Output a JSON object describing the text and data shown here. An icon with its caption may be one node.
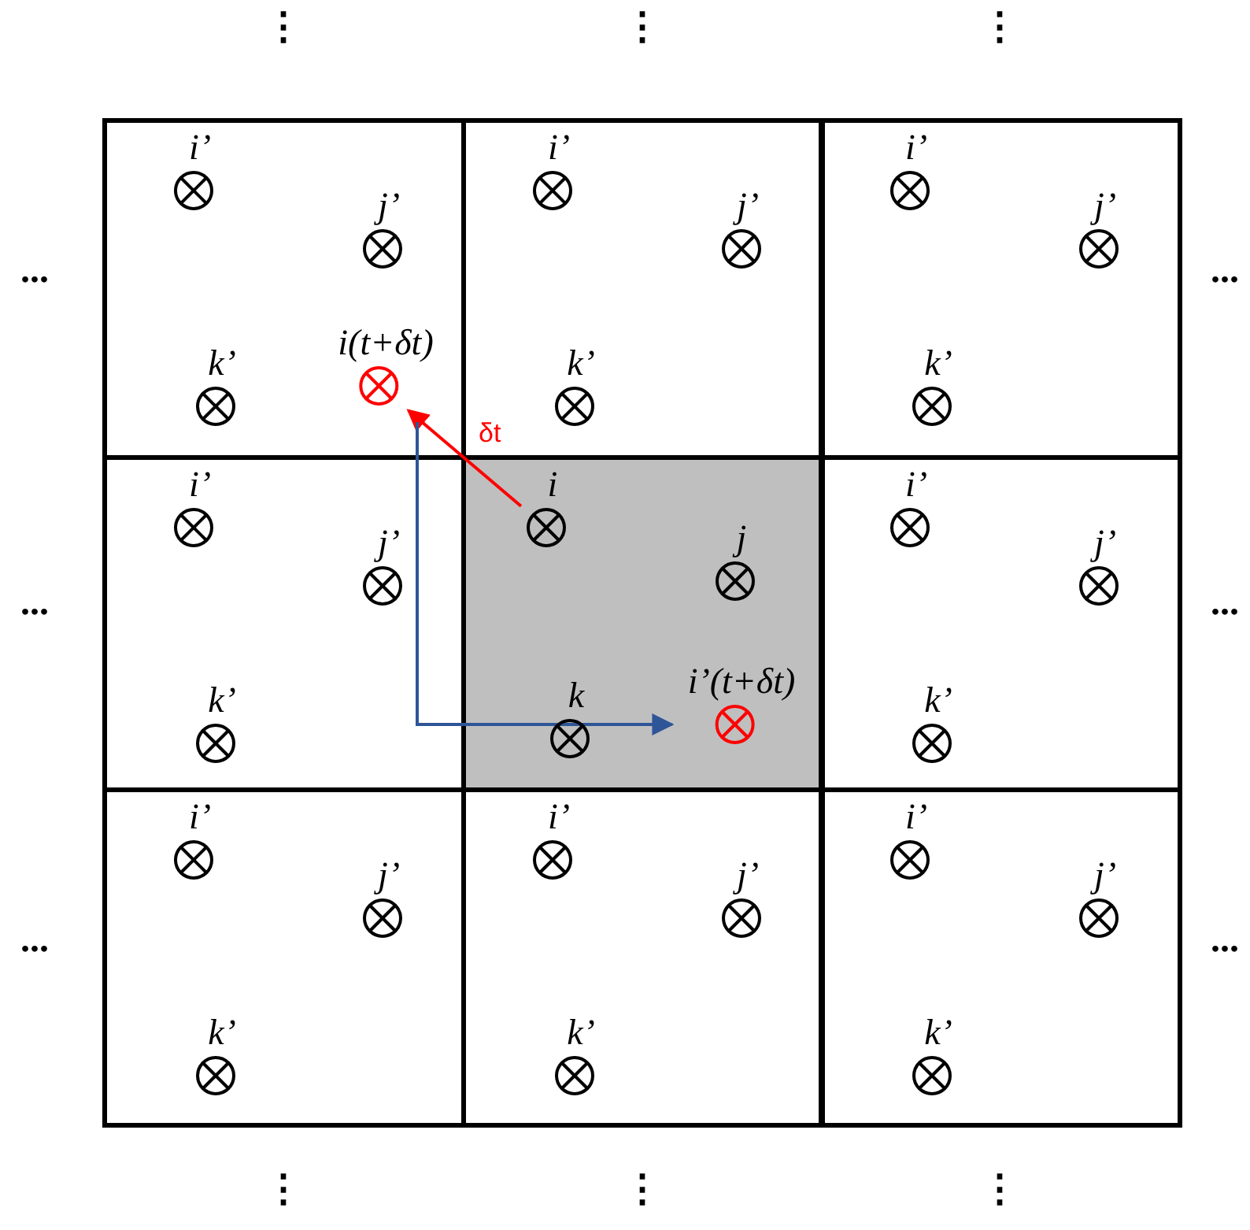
{
  "diagram": {
    "nodes": [
      {
        "text": [],
        "shape": "box"
      },
      {
        "text": [
          "i’"
        ],
        "in": 0
      },
      {
        "text": [
          "j’"
        ],
        "in": 0
      },
      {
        "text": [
          "k’"
        ],
        "in": 0
      },
      {
        "text": [
          "i(t+δt)"
        ],
        "in": 0
      },
      {
        "text": [],
        "shape": "box"
      },
      {
        "text": [
          "i’"
        ],
        "in": 5
      },
      {
        "text": [
          "j’"
        ],
        "in": 5
      },
      {
        "text": [
          "k’"
        ],
        "in": 5
      },
      {
        "text": [],
        "shape": "box"
      },
      {
        "text": [
          "i’"
        ],
        "in": 9
      },
      {
        "text": [
          "j’"
        ],
        "in": 9
      },
      {
        "text": [
          "k’"
        ],
        "in": 9
      },
      {
        "text": [],
        "shape": "box"
      },
      {
        "text": [
          "i’"
        ],
        "in": 13
      },
      {
        "text": [
          "j’"
        ],
        "in": 13
      },
      {
        "text": [
          "k’"
        ],
        "in": 13
      },
      {
        "text": [],
        "shape": "box"
      },
      {
        "text": [
          "i"
        ],
        "in": 17
      },
      {
        "text": [
          "j"
        ],
        "in": 17
      },
      {
        "text": [
          "k"
        ],
        "in": 17
      },
      {
        "text": [
          "i’(t+δt)"
        ],
        "in": 17
      },
      {
        "text": [],
        "shape": "box"
      },
      {
        "text": [
          "i’"
        ],
        "in": 22
      },
      {
        "text": [
          "j’"
        ],
        "in": 22
      },
      {
        "text": [
          "k’"
        ],
        "in": 22
      },
      {
        "text": [],
        "shape": "box"
      },
      {
        "text": [
          "i’"
        ],
        "in": 26
      },
      {
        "text": [
          "j’"
        ],
        "in": 26
      },
      {
        "text": [
          "k’"
        ],
        "in": 26
      },
      {
        "text": [],
        "shape": "box"
      },
      {
        "text": [
          "i’"
        ],
        "in": 30
      },
      {
        "text": [
          "j’"
        ],
        "in": 30
      },
      {
        "text": [
          "k’"
        ],
        "in": 30
      },
      {
        "text": [],
        "shape": "box"
      },
      {
        "text": [
          "i’"
        ],
        "in": 34
      },
      {
        "text": [
          "j’"
        ],
        "in": 34
      },
      {
        "text": [
          "k’"
        ],
        "in": 34
      }
    ],
    "edges": [
      {
        "from": 18,
        "to": 4,
        "arrow": "to",
        "label": "δt",
        "color": "#ff0000"
      },
      {
        "from": 4,
        "to": 21,
        "arrow": "to",
        "color": "#2e5597"
      }
    ],
    "labels": [
      "⋮",
      "⋮",
      "⋮",
      "...",
      "...",
      "...",
      "...",
      "...",
      "...",
      "⋮",
      "⋮",
      "⋮"
    ]
  }
}
